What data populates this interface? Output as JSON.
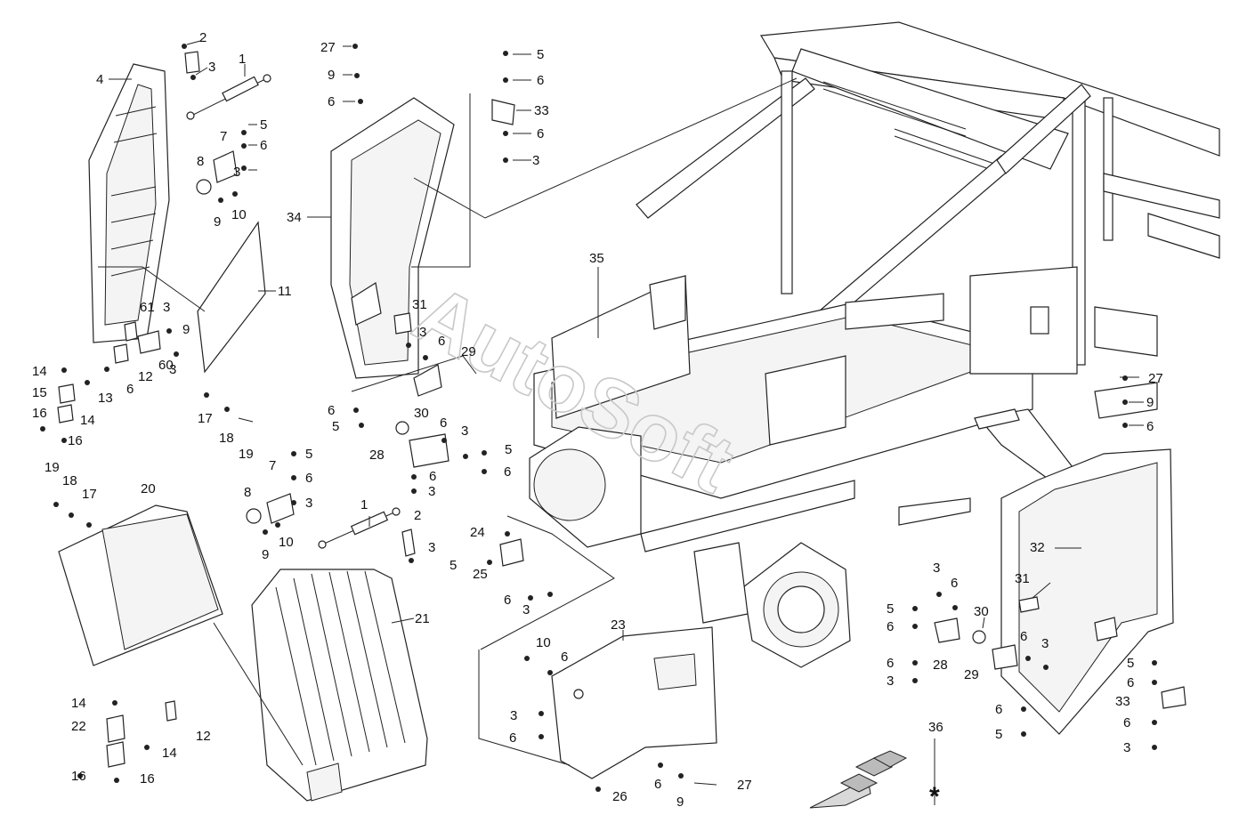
{
  "watermark": "AutoSoft",
  "callouts": [
    "1",
    "2",
    "3",
    "4",
    "5",
    "6",
    "7",
    "8",
    "9",
    "10",
    "11",
    "12",
    "13",
    "14",
    "15",
    "16",
    "17",
    "18",
    "19",
    "20",
    "21",
    "22",
    "23",
    "24",
    "25",
    "26",
    "27",
    "28",
    "29",
    "30",
    "31",
    "32",
    "33",
    "34",
    "35",
    "36",
    "60",
    "61"
  ],
  "marker_symbol": "*",
  "colors": {
    "line": "#222222",
    "background": "#ffffff",
    "watermark": "#c8c8c8"
  },
  "icons": [
    "direction-arrow-icon"
  ]
}
